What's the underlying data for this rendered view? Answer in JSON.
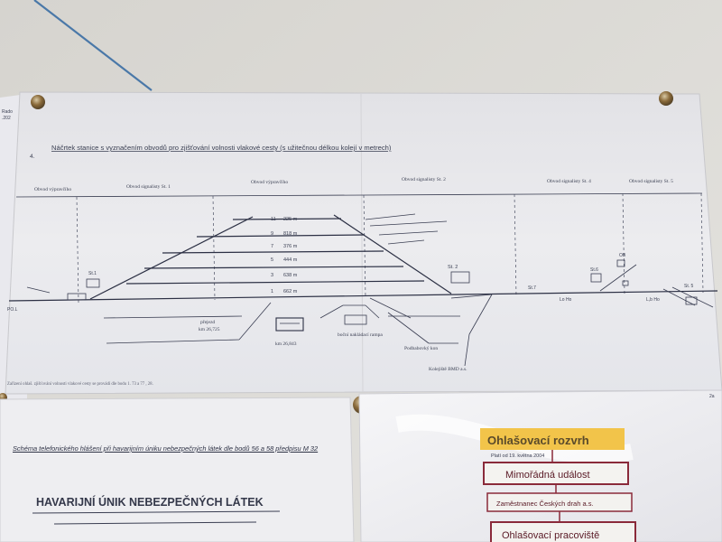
{
  "diagram": {
    "heading": "Náčrtek stanice s vyznačením obvodů pro zjišťování volnosti vlakové cesty (s užitečnou délkou kolejí v metrech)",
    "heading_number": "4.",
    "top_labels": [
      "Obvod výpravčího",
      "Obvod signalisty St. 1",
      "Obvod výpravčího",
      "Obvod signalisty St. 2",
      "Obvod signalisty St. 4",
      "Obvod signalisty St. 5"
    ],
    "tracks": [
      {
        "number": "11",
        "length": "225 m"
      },
      {
        "number": "9",
        "length": "818 m"
      },
      {
        "number": "7",
        "length": "376 m"
      },
      {
        "number": "5",
        "length": "444 m"
      },
      {
        "number": "3",
        "length": "638 m"
      },
      {
        "number": "1",
        "length": "662 m"
      }
    ],
    "posts": [
      "St.1",
      "St. 2",
      "St.7",
      "St.6",
      "St. 5",
      "OB"
    ],
    "track_ends": [
      "PO.L",
      "Lo Ho",
      "L,b Ho"
    ],
    "bottom_labels": {
      "prejezd": "přejezd",
      "km1": "km 26,725",
      "km2": "km 26,843",
      "loading": "boční nakládací rampa",
      "podbabovka": "Podbabovký kon",
      "kolejiste": "Kolejiště BMD a.s."
    },
    "footnote": "Zařízení ohlaš. zjišťování volnosti vlakové cesty se provádí dle bodu 1. 73 a 77 , 28."
  },
  "scheme": {
    "header_line": "Schéma telefonického hlášení při havarijním úniku nebezpečných látek dle bodů 56 a 58 předpisu M 32",
    "title": "HAVARIJNÍ ÚNIK NEBEZPEČNÝCH LÁTEK"
  },
  "notice": {
    "title": "Ohlašovací rozvrh",
    "valid_from": "Platí od 19. května 2004",
    "box1": "Mimořádná událost",
    "box2": "Zaměstnanec Českých drah a.s.",
    "box3": "Ohlašovací pracoviště"
  },
  "colors": {
    "wall": "#d9d8d4",
    "paper": "#e9e9ec",
    "ink": "#2f3346",
    "pin": "#8a6a3a",
    "notice_yellow": "#f2c44a"
  }
}
